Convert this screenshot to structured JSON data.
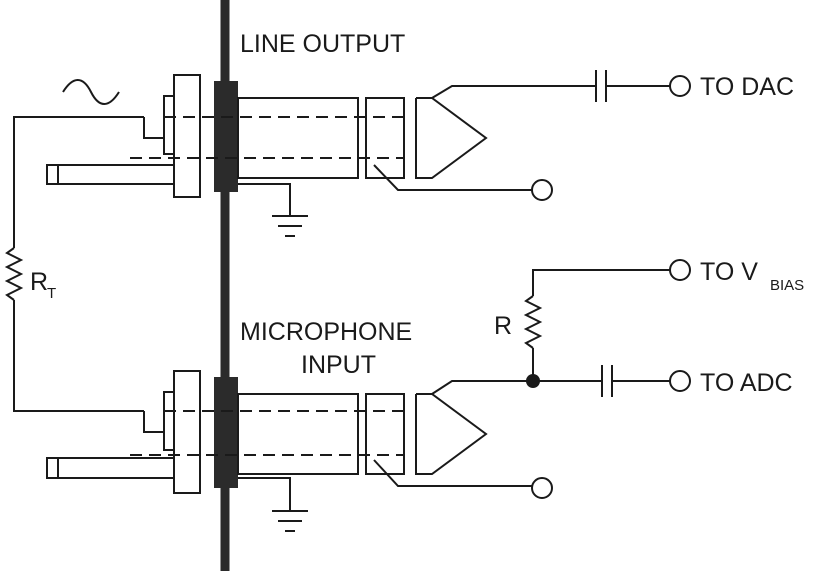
{
  "labels": {
    "line_output": "LINE OUTPUT",
    "microphone_input_line1": "MICROPHONE",
    "microphone_input_line2": "INPUT",
    "to_dac": "TO DAC",
    "to_vbias_prefix": "TO V",
    "to_vbias_subscript": "BIAS",
    "to_adc": "TO ADC",
    "resistor_rt": "R",
    "resistor_rt_subscript": "T",
    "resistor_r": "R"
  },
  "symbols": {
    "signal": "sine-wave-icon",
    "ground": "ground-icon",
    "resistor": "resistor-icon",
    "capacitor": "capacitor-icon",
    "terminal": "terminal-circle-icon"
  },
  "colors": {
    "ink": "#1a1a1a",
    "panel": "#2b2b2b",
    "background": "#ffffff"
  }
}
